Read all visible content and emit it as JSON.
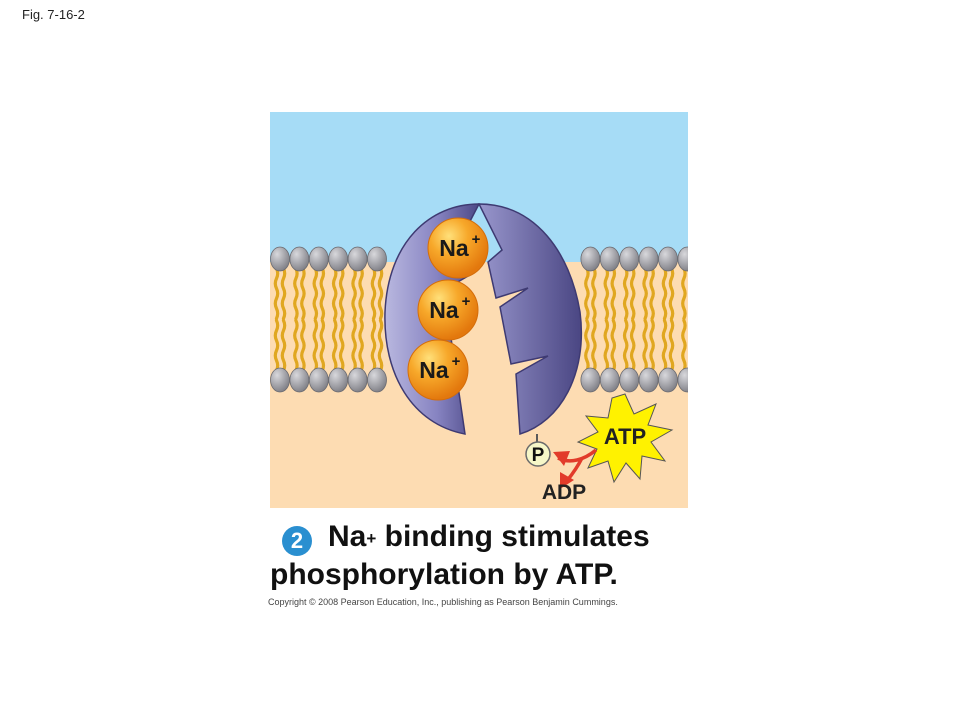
{
  "figure_label": "Fig. 7-16-2",
  "ions": [
    {
      "symbol": "Na",
      "charge": "+"
    },
    {
      "symbol": "Na",
      "charge": "+"
    },
    {
      "symbol": "Na",
      "charge": "+"
    }
  ],
  "phosphate_label": "P",
  "atp_label": "ATP",
  "adp_label": "ADP",
  "caption": {
    "step_number": "2",
    "ion": "Na",
    "ion_charge": "+",
    "line1_rest": " binding stimulates",
    "line2": "phosphorylation by ATP."
  },
  "copyright": "Copyright © 2008 Pearson Education, Inc., publishing as Pearson Benjamin Cummings.",
  "colors": {
    "extracellular": "#a6dcf6",
    "cytoplasm": "#fddcb2",
    "lipid_head": "#9e9ea3",
    "lipid_tail": "#f0c23c",
    "protein": "#7f7db6",
    "protein_dark": "#4e4a86",
    "ion": "#f5a020",
    "atp_burst": "#fff200",
    "arrow": "#e23b2a",
    "step_badge": "#2a8fd0"
  }
}
